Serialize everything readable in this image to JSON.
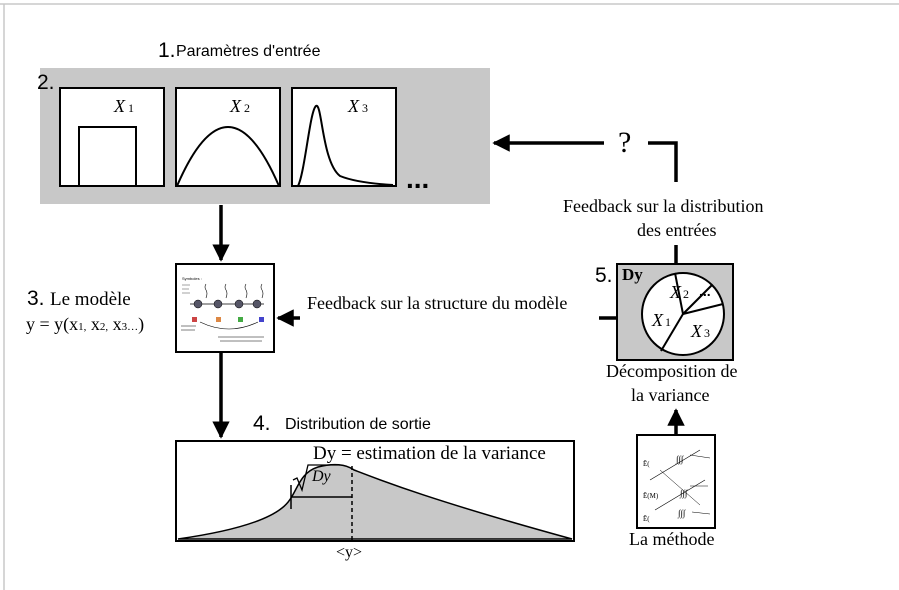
{
  "step1": {
    "number": "1.",
    "label": "Paramètres d'entrée"
  },
  "step2": {
    "number": "2.",
    "inputs": [
      {
        "name": "X",
        "index": "1",
        "shape": "uniform"
      },
      {
        "name": "X",
        "index": "2",
        "shape": "parabolic"
      },
      {
        "name": "X",
        "index": "3",
        "shape": "skewed"
      }
    ],
    "ellipsis": "..."
  },
  "step3": {
    "number": "3.",
    "label": "Le modèle",
    "formula": "y = y(x",
    "formula_subs": [
      "1,",
      "2,",
      "3…"
    ],
    "formula_close": ")"
  },
  "step4": {
    "number": "4.",
    "label": "Distribution de sortie",
    "variance_text": "Dy = estimation de la variance",
    "sqrt_label": "Dy",
    "mean_label": "<y>"
  },
  "step5": {
    "number": "5.",
    "pie_title": "Dy",
    "pie_labels": [
      {
        "name": "X",
        "index": "1"
      },
      {
        "name": "X",
        "index": "2"
      },
      {
        "name": "X",
        "index": "3"
      }
    ],
    "pie_more": "...",
    "caption_line1": "Décomposition de",
    "caption_line2": "la variance"
  },
  "method": {
    "label": "La méthode"
  },
  "feedback_model": "Feedback sur la structure du modèle",
  "feedback_inputs_line1": "Feedback sur la distribution",
  "feedback_inputs_line2": "des entrées",
  "question_mark": "?",
  "colors": {
    "panel_gray": "#c8c8c8",
    "line": "#000000",
    "background": "#ffffff"
  }
}
